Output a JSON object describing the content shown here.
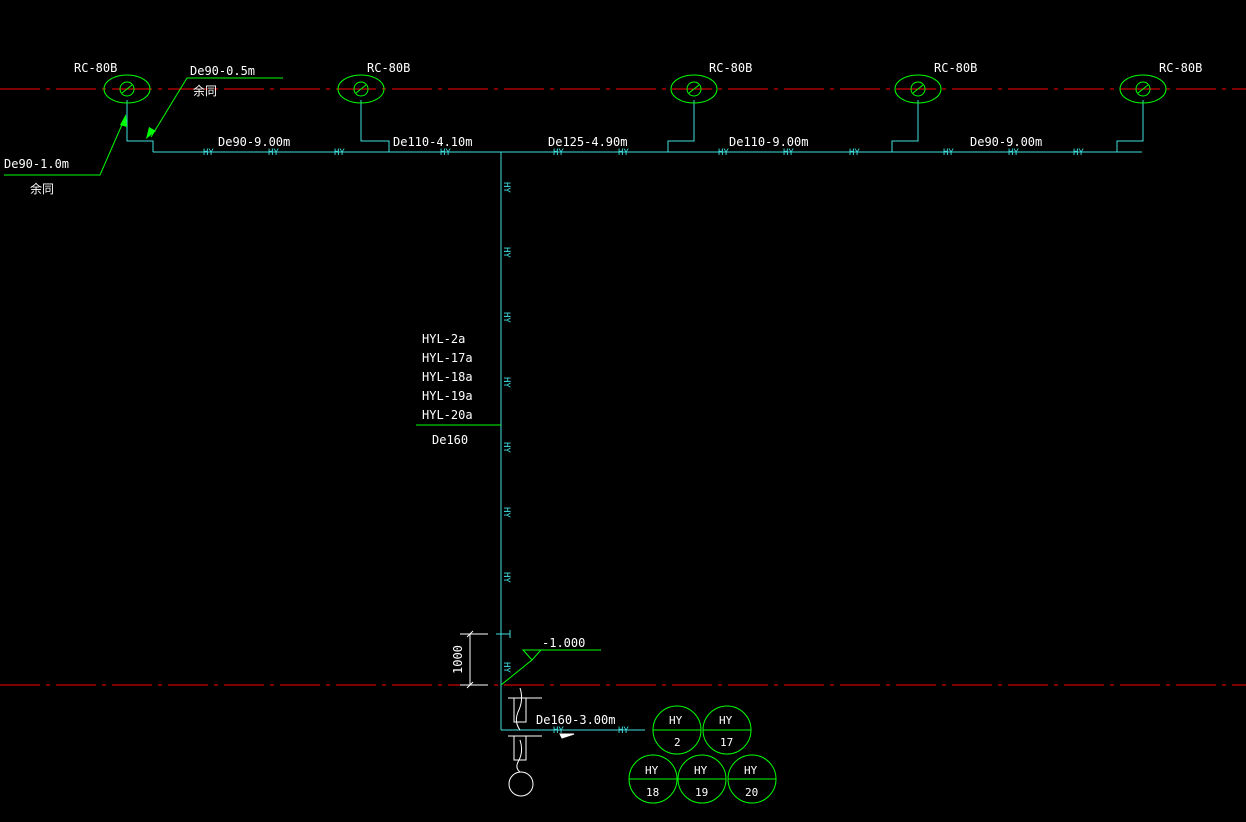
{
  "colors": {
    "background": "#000000",
    "pipe": "#40e0e0",
    "leader": "#00ff00",
    "outlet": "#00ff00",
    "axis": "#ff0000",
    "text": "#ffffff"
  },
  "outlets": [
    {
      "label": "RC-80B"
    },
    {
      "label": "RC-80B"
    },
    {
      "label": "RC-80B"
    },
    {
      "label": "RC-80B"
    },
    {
      "label": "RC-80B"
    }
  ],
  "notes": {
    "top_leader_size": "De90-0.5m",
    "top_leader_note": "余同",
    "left_leader_size": "De90-1.0m",
    "left_leader_note": "余同"
  },
  "segments": [
    {
      "label": "De90-9.00m"
    },
    {
      "label": "De110-4.10m"
    },
    {
      "label": "De125-4.90m"
    },
    {
      "label": "De110-9.00m"
    },
    {
      "label": "De90-9.00m"
    }
  ],
  "pipe_tag": "HY",
  "riser": {
    "ids": [
      "HYL-2a",
      "HYL-17a",
      "HYL-18a",
      "HYL-19a",
      "HYL-20a"
    ],
    "size": "De160"
  },
  "dimension": {
    "value": "1000"
  },
  "elevation": {
    "value": "-1.000"
  },
  "outlet_pipe": {
    "label": "De160-3.00m"
  },
  "legend": {
    "tag": "HY",
    "numbers": [
      "2",
      "17",
      "18",
      "19",
      "20"
    ]
  }
}
